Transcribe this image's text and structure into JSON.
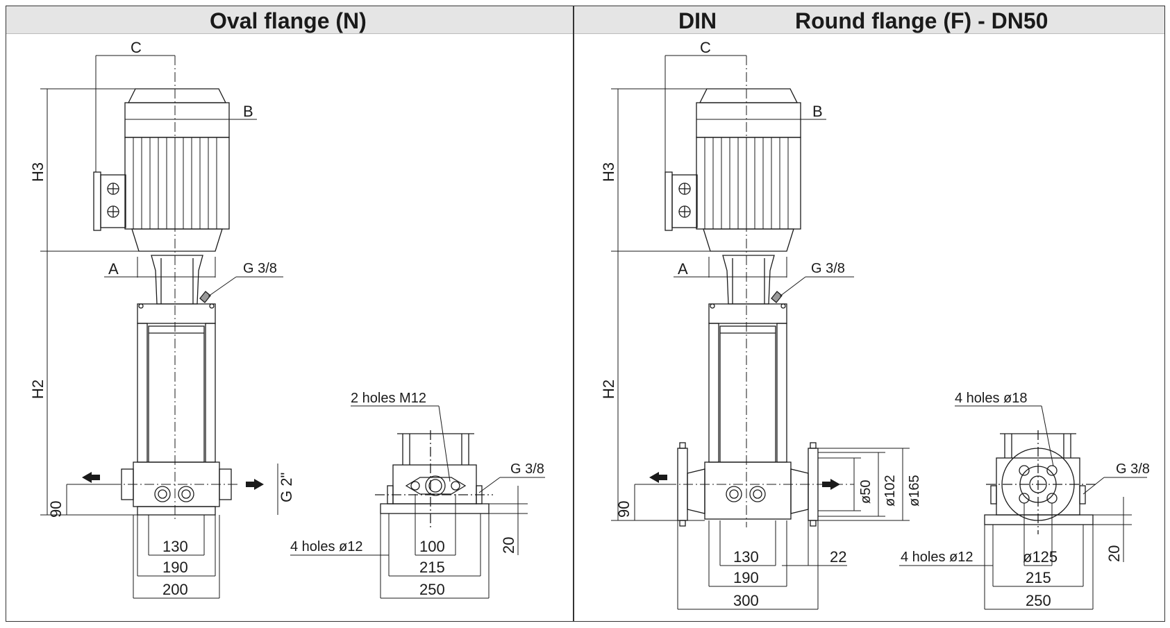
{
  "left_panel": {
    "title": "Oval flange (N)",
    "labels": {
      "C": "C",
      "B": "B",
      "A": "A",
      "H3": "H3",
      "H2": "H2",
      "v90": "90",
      "g38_pump": "G 3/8",
      "g2": "G 2\"",
      "d130": "130",
      "d190": "190",
      "d200": "200",
      "holes_m12": "2 holes M12",
      "g38_base": "G 3/8",
      "holes_12": "4 holes ø12",
      "d100": "100",
      "d215": "215",
      "d250": "250",
      "d20": "20"
    }
  },
  "right_panel": {
    "title_din": "DIN",
    "title_round": "Round flange (F) - DN50",
    "labels": {
      "C": "C",
      "B": "B",
      "A": "A",
      "H3": "H3",
      "H2": "H2",
      "v90": "90",
      "g38_pump": "G 3/8",
      "d50": "ø50",
      "d102": "ø102",
      "d165": "ø165",
      "d130": "130",
      "d190": "190",
      "d300": "300",
      "d22": "22",
      "holes_18": "4 holes ø18",
      "g38_base": "G 3/8",
      "holes_12": "4 holes ø12",
      "d125": "ø125",
      "d215": "215",
      "d250": "250",
      "d20": "20"
    }
  }
}
